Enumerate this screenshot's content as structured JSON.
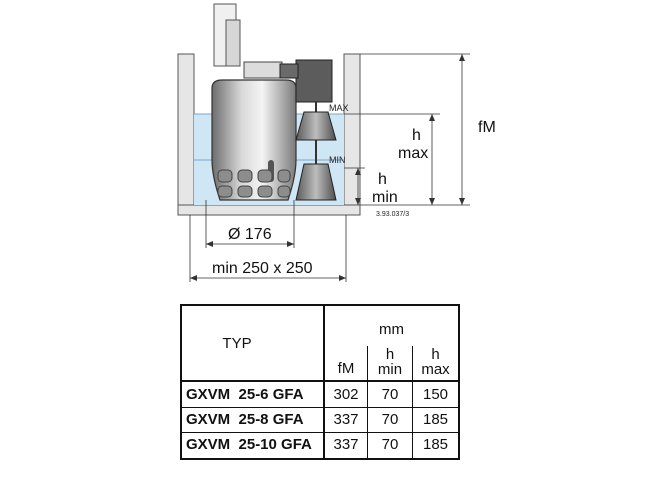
{
  "diagram": {
    "label_max": "MAX",
    "label_min": "MIN",
    "label_fm": "fM",
    "label_h_max_h": "h",
    "label_h_max_text": "max",
    "label_h_min_h": "h",
    "label_h_min_text": "min",
    "code": "3.93.037/3",
    "diameter": "Ø 176",
    "pit_size": "min 250 x 250"
  },
  "table": {
    "header_typ": "TYP",
    "header_unit": "mm",
    "col_fm": "fM",
    "col_hmin_h": "h",
    "col_hmin": "min",
    "col_hmax_h": "h",
    "col_hmax": "max",
    "rows": [
      {
        "typ": "GXVM  25-6 GFA",
        "fm": "302",
        "hmin": "70",
        "hmax": "150"
      },
      {
        "typ": "GXVM  25-8 GFA",
        "fm": "337",
        "hmin": "70",
        "hmax": "185"
      },
      {
        "typ": "GXVM  25-10 GFA",
        "fm": "337",
        "hmin": "70",
        "hmax": "185"
      }
    ]
  }
}
